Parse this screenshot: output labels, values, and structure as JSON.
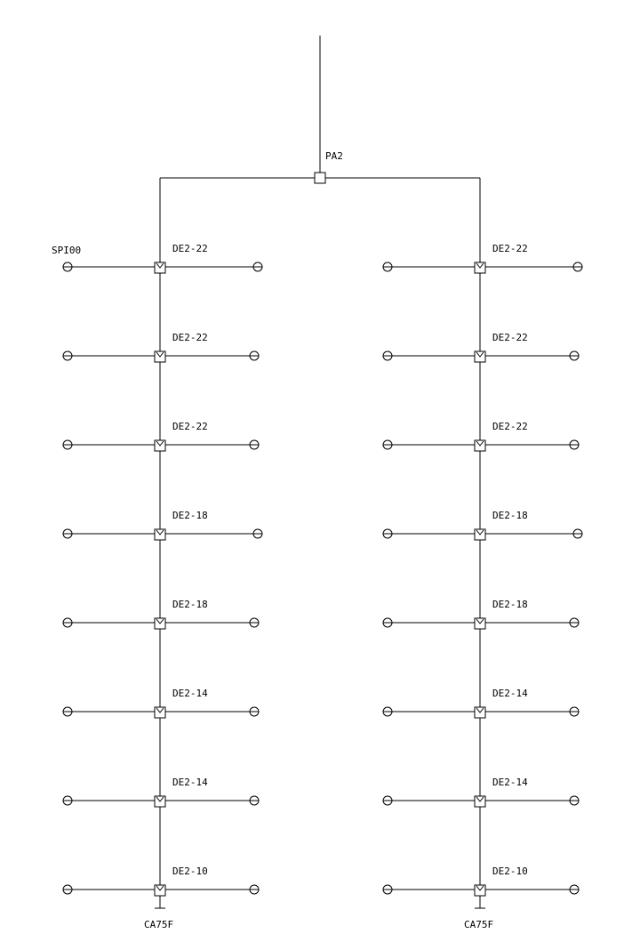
{
  "colors": {
    "line": "#000000",
    "background": "#ffffff"
  },
  "header": {
    "top_node_label": "PA2"
  },
  "left_branch": {
    "start_label": "SPI00",
    "end_label": "CA75F",
    "nodes": [
      {
        "label": "DE2-22"
      },
      {
        "label": "DE2-22"
      },
      {
        "label": "DE2-22"
      },
      {
        "label": "DE2-18"
      },
      {
        "label": "DE2-18"
      },
      {
        "label": "DE2-14"
      },
      {
        "label": "DE2-14"
      },
      {
        "label": "DE2-10"
      }
    ]
  },
  "right_branch": {
    "start_label": "",
    "end_label": "CA75F",
    "nodes": [
      {
        "label": "DE2-22"
      },
      {
        "label": "DE2-22"
      },
      {
        "label": "DE2-22"
      },
      {
        "label": "DE2-18"
      },
      {
        "label": "DE2-18"
      },
      {
        "label": "DE2-14"
      },
      {
        "label": "DE2-14"
      },
      {
        "label": "DE2-10"
      }
    ]
  }
}
